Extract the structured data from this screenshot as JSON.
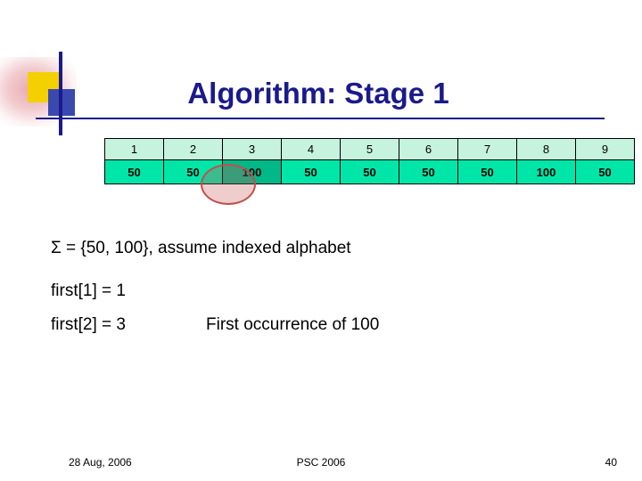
{
  "slide": {
    "title": "Algorithm: Stage 1",
    "table": {
      "indices": [
        "1",
        "2",
        "3",
        "4",
        "5",
        "6",
        "7",
        "8",
        "9"
      ],
      "values": [
        "50",
        "50",
        "100",
        "50",
        "50",
        "50",
        "50",
        "100",
        "50"
      ],
      "highlighted_index": 3,
      "index_row_color": "#c5f3dd",
      "value_row_color": "#00e6a8",
      "highlight_circle_color": "#c0504d"
    },
    "lines": {
      "sigma": "Σ = {50, 100}, assume indexed alphabet",
      "first1": "first[1] = 1",
      "first2": "first[2] = 3",
      "note": "First occurrence of 100"
    },
    "footer": {
      "date": "28 Aug, 2006",
      "center": "PSC 2006",
      "page": "40"
    },
    "theme": {
      "title_color": "#1a1a8c",
      "accent_yellow": "#f5d000",
      "accent_blue": "#3a49b0"
    }
  }
}
